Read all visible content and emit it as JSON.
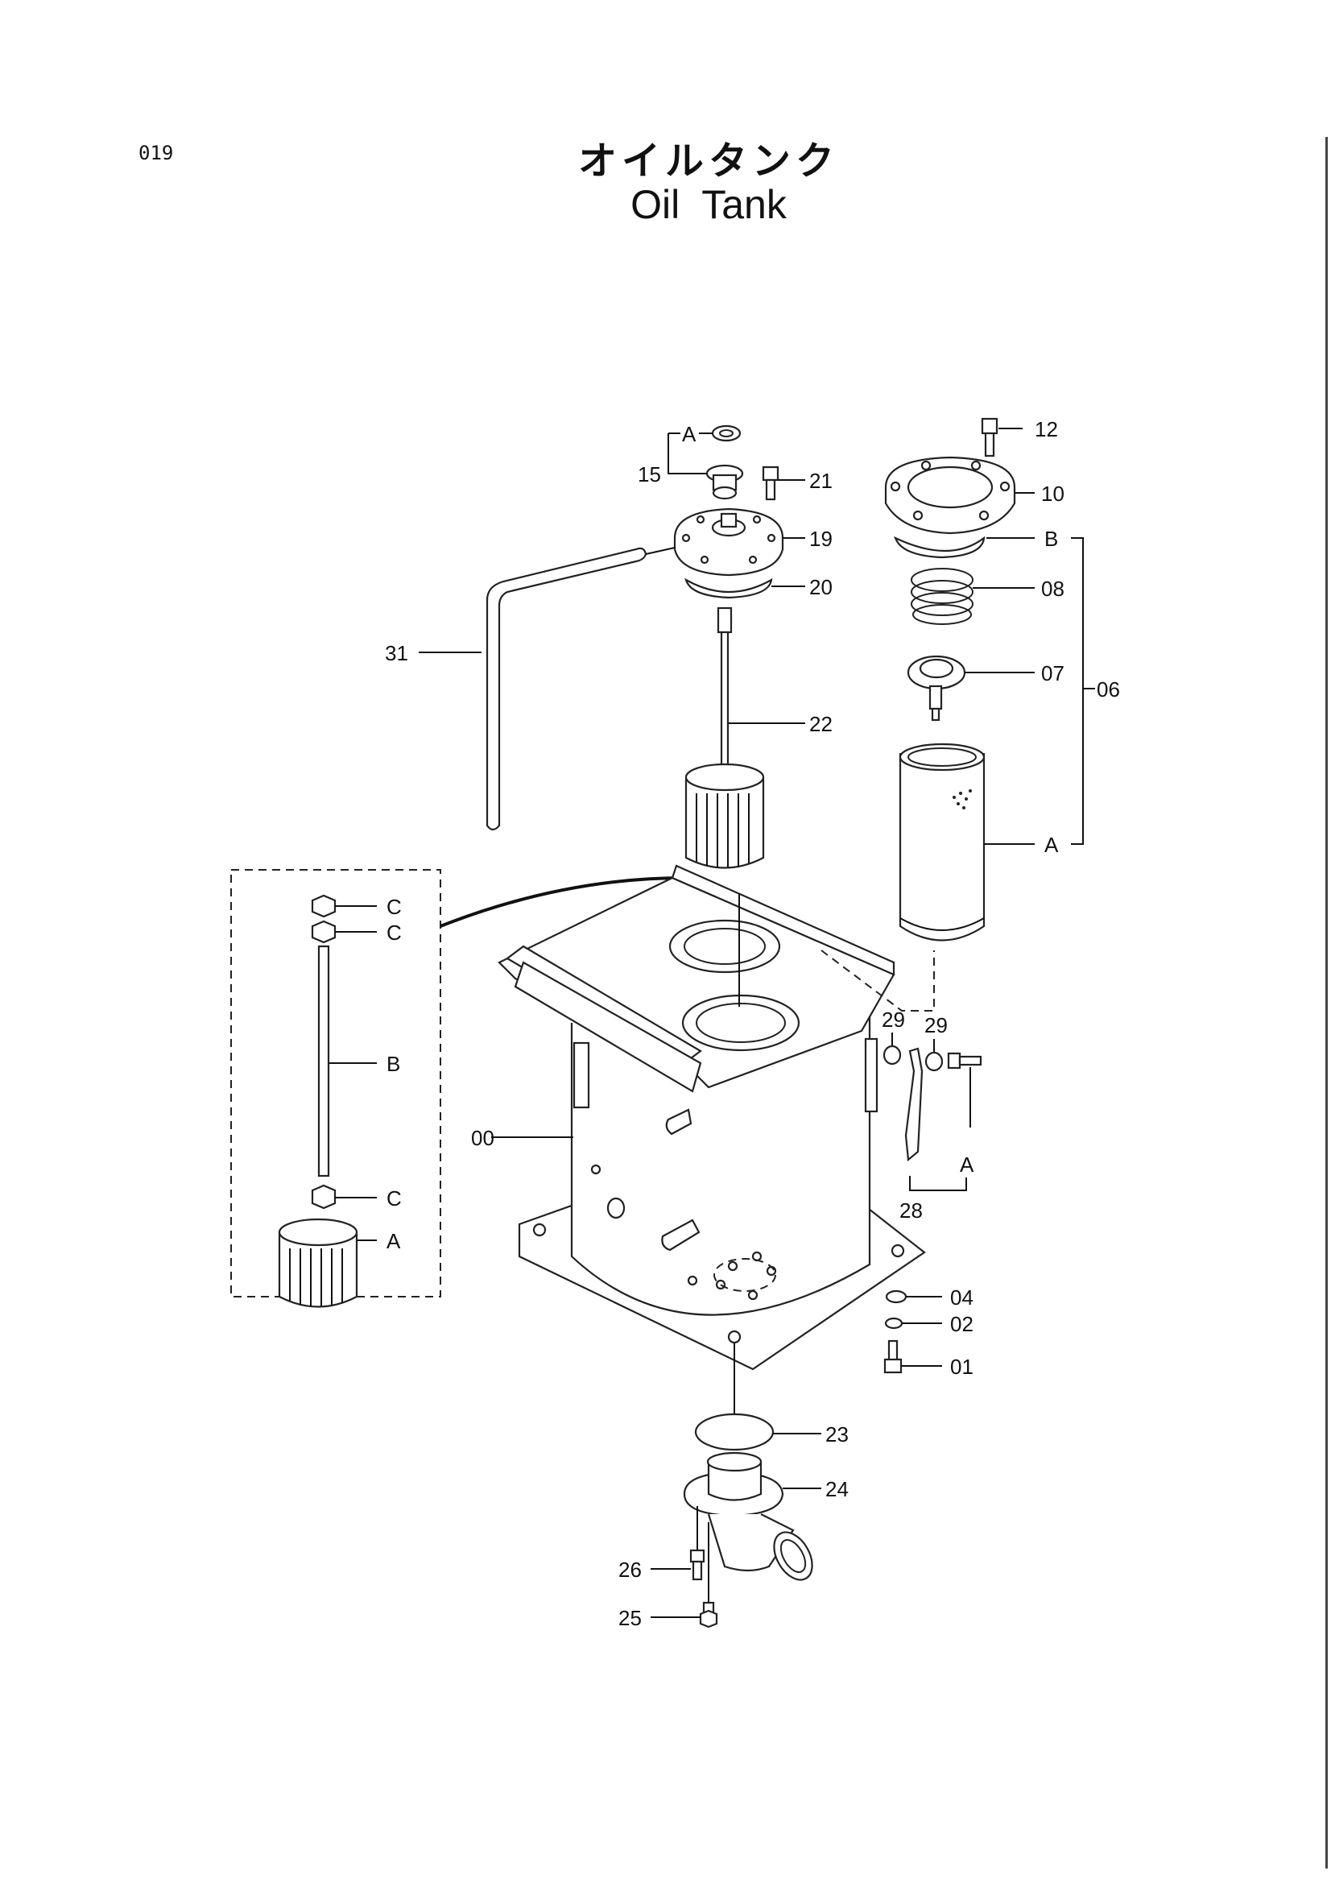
{
  "page_number": "019",
  "title_jp": "オイルタンク",
  "title_en": "Oil Tank",
  "callouts": {
    "p12": "12",
    "p10": "10",
    "pB_right": "B",
    "p08": "08",
    "p07": "07",
    "p06": "06",
    "pA_right": "A",
    "pA_top": "A",
    "p15": "15",
    "p21": "21",
    "p19": "19",
    "p20": "20",
    "p31": "31",
    "p22": "22",
    "p00": "00",
    "p29a": "29",
    "p29b": "29",
    "pA_bracket": "A",
    "p28": "28",
    "p04": "04",
    "p02": "02",
    "p01": "01",
    "p23": "23",
    "p24": "24",
    "p26": "26",
    "p25": "25",
    "inset_C1": "C",
    "inset_C2": "C",
    "inset_B": "B",
    "inset_C3": "C",
    "inset_A": "A"
  }
}
